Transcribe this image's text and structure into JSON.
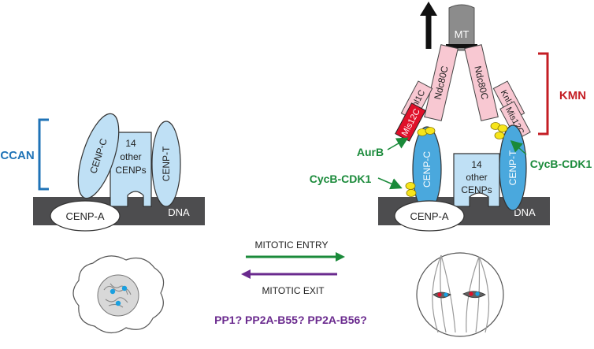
{
  "labels": {
    "ccan": "CCAN",
    "kmn": "KMN",
    "dna_left": "DNA",
    "dna_right": "DNA",
    "cenp_a_left": "CENP-A",
    "cenp_a_right": "CENP-A",
    "cenp_c_left": "CENP-C",
    "cenp_c_right": "CENP-C",
    "cenp_t_left": "CENP-T",
    "cenp_t_right": "CENP-T",
    "others_line1": "14",
    "others_line2": "other",
    "others_line3": "CENPs",
    "mt": "MT",
    "ndc80c_left": "Ndc80C",
    "ndc80c_right": "Ndc80C",
    "knl1c_left": "Knl1C",
    "knl1c_right": "Knl1C",
    "mis12c_left": "Mis12C",
    "mis12c_right": "Mis12C",
    "aurb": "AurB",
    "cycb_left": "CycB-CDK1",
    "cycb_right": "CycB-CDK1",
    "mitotic_entry": "MITOTIC ENTRY",
    "mitotic_exit": "MITOTIC EXIT",
    "phosphatases": "PP1? PP2A-B55? PP2A-B56?"
  },
  "colors": {
    "ccan_blue": "#1f73b7",
    "kmn_red": "#c41e24",
    "light_blue": "#bfe0f5",
    "bright_blue": "#4aa8dd",
    "pink": "#f8c8d2",
    "mis12_red": "#e0102a",
    "dna_gray": "#4d4d4f",
    "mt_gray": "#8c8c8c",
    "phospho_yellow": "#f7e51b",
    "kinase_green": "#1a8a3a",
    "exit_purple": "#6a2a8e"
  }
}
